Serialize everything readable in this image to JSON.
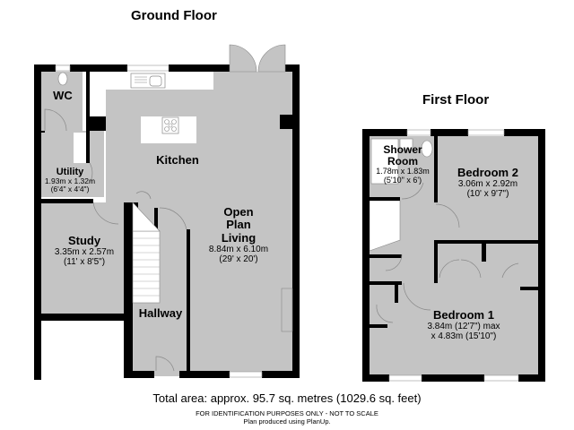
{
  "ground_floor": {
    "title": "Ground Floor",
    "rooms": {
      "wc": {
        "name": "WC"
      },
      "kitchen": {
        "name": "Kitchen"
      },
      "utility": {
        "name": "Utility",
        "dim_metric": "1.93m x 1.32m",
        "dim_imperial": "(6'4\" x 4'4\")"
      },
      "study": {
        "name": "Study",
        "dim_metric": "3.35m x 2.57m",
        "dim_imperial": "(11' x 8'5\")"
      },
      "open_plan": {
        "name_line1": "Open",
        "name_line2": "Plan",
        "name_line3": "Living",
        "dim_metric": "8.84m x 6.10m",
        "dim_imperial": "(29' x 20')"
      },
      "hallway": {
        "name": "Hallway"
      }
    }
  },
  "first_floor": {
    "title": "First Floor",
    "rooms": {
      "shower": {
        "name_line1": "Shower",
        "name_line2": "Room",
        "dim_metric": "1.78m x 1.83m",
        "dim_imperial": "(5'10\" x 6')"
      },
      "bedroom2": {
        "name": "Bedroom 2",
        "dim_metric": "3.06m x 2.92m",
        "dim_imperial": "(10' x 9'7\")"
      },
      "bedroom1": {
        "name": "Bedroom 1",
        "dim_line1": "3.84m (12'7\") max",
        "dim_line2": "x 4.83m (15'10\")"
      }
    }
  },
  "footer": {
    "total_area": "Total area: approx. 95.7 sq. metres (1029.6 sq. feet)",
    "disclaimer": "FOR IDENTIFICATION PURPOSES ONLY - NOT TO SCALE",
    "credit": "Plan produced using PlanUp."
  },
  "colors": {
    "wall": "#000000",
    "floor": "#c4c4c4",
    "fixture": "#ffffff",
    "line": "#888888"
  }
}
